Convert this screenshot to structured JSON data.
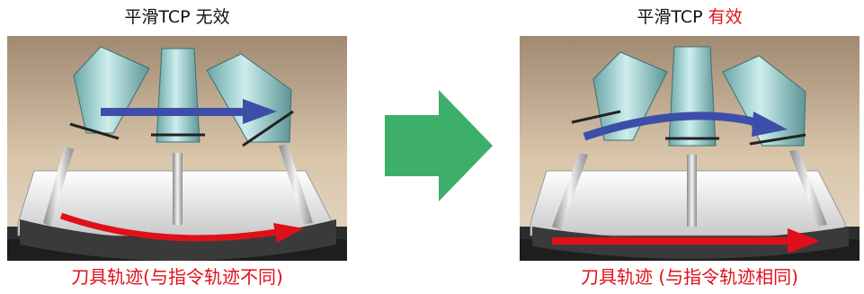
{
  "left": {
    "title_prefix": "平滑TCP",
    "title_status": "无效",
    "caption": "刀具轨迹(与指令轨迹不同)"
  },
  "right": {
    "title_prefix": "平滑TCP",
    "title_status": "有效",
    "caption": "刀具轨迹 (与指令轨迹相同)"
  },
  "colors": {
    "highlight": "#e0101a",
    "transition_arrow": "#3daf6a",
    "command_path": "#3c4ea8",
    "tool_path": "#e0101a"
  }
}
